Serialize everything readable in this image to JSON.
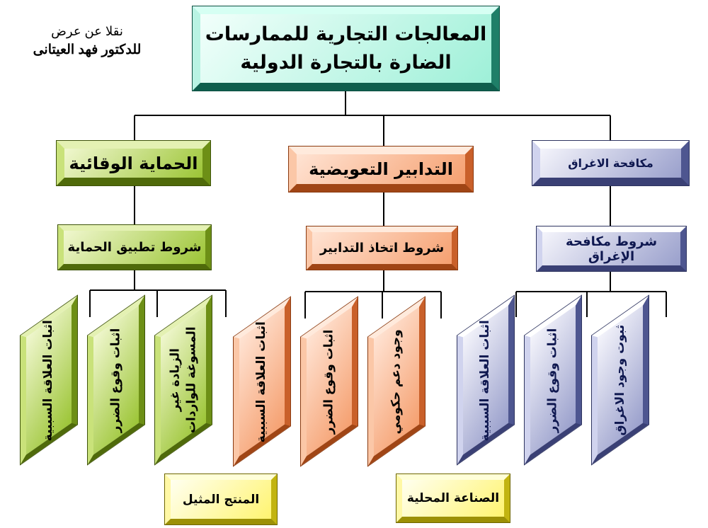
{
  "credit": {
    "line1": "نقلا عن عرض",
    "line2": "للدكتور فهد العيتانى"
  },
  "title": {
    "line1": "المعالجات التجارية للممارسات",
    "line2": "الضارة بالتجارة الدولية"
  },
  "categories": {
    "protection": "الحماية الوقائية",
    "compensatory": "التدابير التعويضية",
    "antidumping": "مكافحة الاغراق"
  },
  "conditions": {
    "protection": "شروط تطبيق الحماية",
    "compensatory": "شروط اتخاذ التدابير",
    "antidumping": "شروط مكافحة الإغراق"
  },
  "leaves": {
    "protection": [
      {
        "line1": "اثبات العلاقة السببية",
        "line2": ""
      },
      {
        "line1": "اثبات وقوع الضرر",
        "line2": ""
      },
      {
        "line1": "الزيادة غير",
        "line2": "المسوغة للواردات"
      }
    ],
    "compensatory": [
      {
        "line1": "اثبات العلاقة السببية",
        "line2": ""
      },
      {
        "line1": "اثبات وقوع الضرر",
        "line2": ""
      },
      {
        "line1": "وجود دعم حكومي",
        "line2": ""
      }
    ],
    "antidumping": [
      {
        "line1": "اثبات العلاقة السببية",
        "line2": ""
      },
      {
        "line1": "اثبات وقوع الضرر",
        "line2": ""
      },
      {
        "line1": "ثبوت وجود الاغراق",
        "line2": ""
      }
    ]
  },
  "notes": {
    "like_product": "المنتج المثيل",
    "local_industry": "الصناعة المحلية"
  }
}
